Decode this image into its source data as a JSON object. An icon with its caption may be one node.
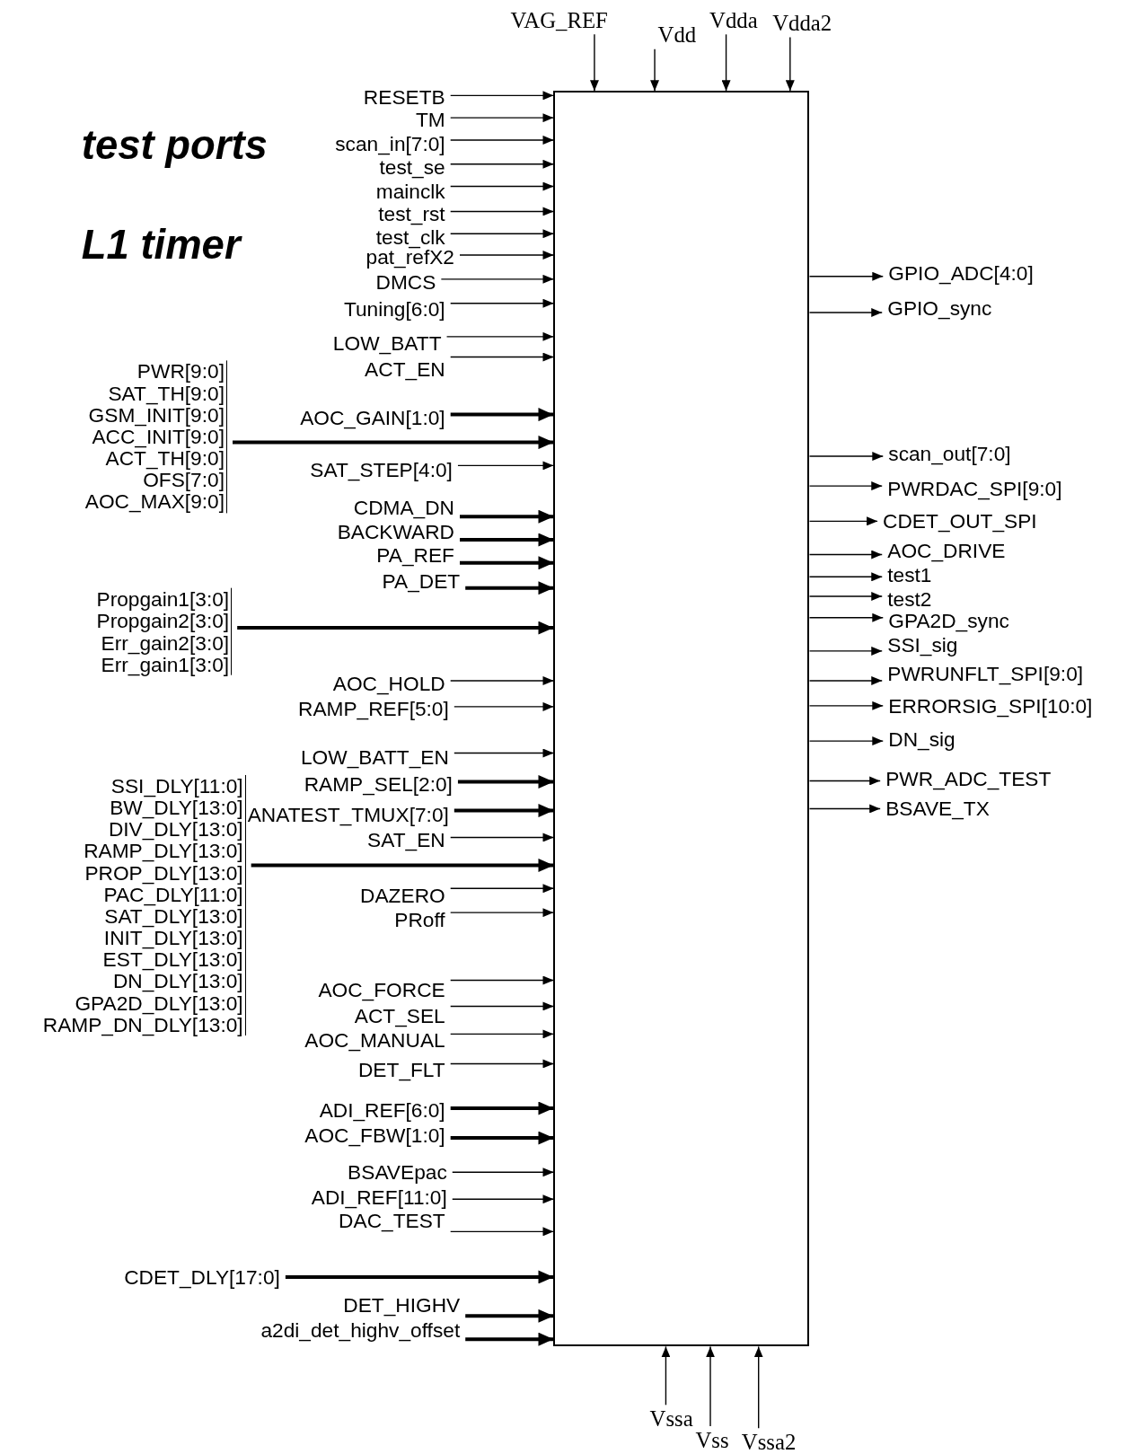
{
  "diagram": {
    "nodes": [
      {
        "text": [],
        "shape": "box"
      },
      {
        "text": [
          "VAG_REF"
        ]
      },
      {
        "text": [
          "Vdd"
        ]
      },
      {
        "text": [
          "Vdda"
        ]
      },
      {
        "text": [
          "Vdda2"
        ]
      },
      {
        "text": [
          "RESETB"
        ]
      },
      {
        "text": [
          "TM"
        ]
      },
      {
        "text": [
          "scan_in[7:0]"
        ]
      },
      {
        "text": [
          "test_se"
        ]
      },
      {
        "text": [
          "mainclk"
        ]
      },
      {
        "text": [
          "test_rst"
        ]
      },
      {
        "text": [
          "test_clk"
        ]
      },
      {
        "text": [
          "pat_refX2"
        ]
      },
      {
        "text": [
          "DMCS"
        ]
      },
      {
        "text": [
          "Tuning[6:0]"
        ]
      },
      {
        "text": [
          "LOW_BATT"
        ]
      },
      {
        "text": [
          "ACT_EN"
        ]
      },
      {
        "text": [
          "PWR[9:0]",
          "SAT_TH[9:0]",
          "GSM_INIT[9:0]",
          "ACC_INIT[9:0]",
          "ACT_TH[9:0]",
          "OFS[7:0]",
          "AOC_MAX[9:0]"
        ]
      },
      {
        "text": [
          "AOC_GAIN[1:0]"
        ]
      },
      {
        "text": [
          "SAT_STEP[4:0]"
        ]
      },
      {
        "text": [
          "CDMA_DN"
        ]
      },
      {
        "text": [
          "BACKWARD"
        ]
      },
      {
        "text": [
          "PA_REF"
        ]
      },
      {
        "text": [
          "PA_DET"
        ]
      },
      {
        "text": [
          "Propgain1[3:0]",
          "Propgain2[3:0]",
          "Err_gain2[3:0]",
          "Err_gain1[3:0]"
        ]
      },
      {
        "text": [
          "AOC_HOLD"
        ]
      },
      {
        "text": [
          "RAMP_REF[5:0]"
        ]
      },
      {
        "text": [
          "LOW_BATT_EN"
        ]
      },
      {
        "text": [
          "SSI_DLY[11:0]",
          "BW_DLY[13:0]",
          "DIV_DLY[13:0]",
          "RAMP_DLY[13:0]",
          "PROP_DLY[13:0]",
          "PAC_DLY[11:0]",
          "SAT_DLY[13:0]",
          "INIT_DLY[13:0]",
          "EST_DLY[13:0]",
          "DN_DLY[13:0]",
          "GPA2D_DLY[13:0]",
          "RAMP_DN_DLY[13:0]"
        ]
      },
      {
        "text": [
          "RAMP_SEL[2:0]"
        ]
      },
      {
        "text": [
          "ANATEST_TMUX[7:0]"
        ]
      },
      {
        "text": [
          "SAT_EN"
        ]
      },
      {
        "text": [
          "DAZERO"
        ]
      },
      {
        "text": [
          "PRoff"
        ]
      },
      {
        "text": [
          "AOC_FORCE"
        ]
      },
      {
        "text": [
          "ACT_SEL"
        ]
      },
      {
        "text": [
          "AOC_MANUAL"
        ]
      },
      {
        "text": [
          "DET_FLT"
        ]
      },
      {
        "text": [
          "ADI_REF[6:0]"
        ]
      },
      {
        "text": [
          "AOC_FBW[1:0]"
        ]
      },
      {
        "text": [
          "BSAVEpac"
        ]
      },
      {
        "text": [
          "ADI_REF[11:0]"
        ]
      },
      {
        "text": [
          "DAC_TEST"
        ]
      },
      {
        "text": [
          "CDET_DLY[17:0]"
        ]
      },
      {
        "text": [
          "DET_HIGHV"
        ]
      },
      {
        "text": [
          "a2di_det_highv_offset"
        ]
      },
      {
        "text": [
          "GPIO_ADC[4:0]"
        ]
      },
      {
        "text": [
          "GPIO_sync"
        ]
      },
      {
        "text": [
          "scan_out[7:0]"
        ]
      },
      {
        "text": [
          "PWRDAC_SPI[9:0]"
        ]
      },
      {
        "text": [
          "CDET_OUT_SPI"
        ]
      },
      {
        "text": [
          "AOC_DRIVE"
        ]
      },
      {
        "text": [
          "test1"
        ]
      },
      {
        "text": [
          "test2"
        ]
      },
      {
        "text": [
          "GPA2D_sync"
        ]
      },
      {
        "text": [
          "SSI_sig"
        ]
      },
      {
        "text": [
          "PWRUNFLT_SPI[9:0]"
        ]
      },
      {
        "text": [
          "ERRORSIG_SPI[10:0]"
        ]
      },
      {
        "text": [
          "DN_sig"
        ]
      },
      {
        "text": [
          "PWR_ADC_TEST"
        ]
      },
      {
        "text": [
          "BSAVE_TX"
        ]
      },
      {
        "text": [
          "Vssa"
        ]
      },
      {
        "text": [
          "Vss"
        ]
      },
      {
        "text": [
          "Vssa2"
        ]
      }
    ],
    "edges": [
      {
        "from": 1,
        "to": 0,
        "arrow": "to"
      },
      {
        "from": 2,
        "to": 0,
        "arrow": "to"
      },
      {
        "from": 3,
        "to": 0,
        "arrow": "to"
      },
      {
        "from": 4,
        "to": 0,
        "arrow": "to"
      },
      {
        "from": 5,
        "to": 0,
        "arrow": "to"
      },
      {
        "from": 6,
        "to": 0,
        "arrow": "to"
      },
      {
        "from": 7,
        "to": 0,
        "arrow": "to"
      },
      {
        "from": 8,
        "to": 0,
        "arrow": "to"
      },
      {
        "from": 9,
        "to": 0,
        "arrow": "to"
      },
      {
        "from": 10,
        "to": 0,
        "arrow": "to"
      },
      {
        "from": 11,
        "to": 0,
        "arrow": "to"
      },
      {
        "from": 12,
        "to": 0,
        "arrow": "to"
      },
      {
        "from": 13,
        "to": 0,
        "arrow": "to"
      },
      {
        "from": 14,
        "to": 0,
        "arrow": "to"
      },
      {
        "from": 15,
        "to": 0,
        "arrow": "to"
      },
      {
        "from": 16,
        "to": 0,
        "arrow": "to"
      },
      {
        "from": 17,
        "to": 0,
        "arrow": "to",
        "style": "thick"
      },
      {
        "from": 18,
        "to": 0,
        "arrow": "to",
        "style": "thick"
      },
      {
        "from": 19,
        "to": 0,
        "arrow": "to"
      },
      {
        "from": 20,
        "to": 0,
        "arrow": "to",
        "style": "thick"
      },
      {
        "from": 21,
        "to": 0,
        "arrow": "to",
        "style": "thick"
      },
      {
        "from": 22,
        "to": 0,
        "arrow": "to",
        "style": "thick"
      },
      {
        "from": 23,
        "to": 0,
        "arrow": "to",
        "style": "thick"
      },
      {
        "from": 24,
        "to": 0,
        "arrow": "to",
        "style": "thick"
      },
      {
        "from": 25,
        "to": 0,
        "arrow": "to"
      },
      {
        "from": 26,
        "to": 0,
        "arrow": "to"
      },
      {
        "from": 27,
        "to": 0,
        "arrow": "to"
      },
      {
        "from": 28,
        "to": 0,
        "arrow": "to",
        "style": "thick"
      },
      {
        "from": 29,
        "to": 0,
        "arrow": "to",
        "style": "thick"
      },
      {
        "from": 30,
        "to": 0,
        "arrow": "to",
        "style": "thick"
      },
      {
        "from": 31,
        "to": 0,
        "arrow": "to"
      },
      {
        "from": 32,
        "to": 0,
        "arrow": "to"
      },
      {
        "from": 33,
        "to": 0,
        "arrow": "to"
      },
      {
        "from": 34,
        "to": 0,
        "arrow": "to"
      },
      {
        "from": 35,
        "to": 0,
        "arrow": "to"
      },
      {
        "from": 36,
        "to": 0,
        "arrow": "to"
      },
      {
        "from": 37,
        "to": 0,
        "arrow": "to"
      },
      {
        "from": 38,
        "to": 0,
        "arrow": "to",
        "style": "thick"
      },
      {
        "from": 39,
        "to": 0,
        "arrow": "to",
        "style": "thick"
      },
      {
        "from": 40,
        "to": 0,
        "arrow": "to"
      },
      {
        "from": 41,
        "to": 0,
        "arrow": "to"
      },
      {
        "from": 42,
        "to": 0,
        "arrow": "to"
      },
      {
        "from": 43,
        "to": 0,
        "arrow": "to",
        "style": "thick"
      },
      {
        "from": 44,
        "to": 0,
        "arrow": "to",
        "style": "thick"
      },
      {
        "from": 45,
        "to": 0,
        "arrow": "to",
        "style": "thick"
      },
      {
        "from": 0,
        "to": 46,
        "arrow": "to"
      },
      {
        "from": 0,
        "to": 47,
        "arrow": "to"
      },
      {
        "from": 0,
        "to": 48,
        "arrow": "to"
      },
      {
        "from": 0,
        "to": 49,
        "arrow": "to"
      },
      {
        "from": 0,
        "to": 50,
        "arrow": "to"
      },
      {
        "from": 0,
        "to": 51,
        "arrow": "to"
      },
      {
        "from": 0,
        "to": 52,
        "arrow": "to"
      },
      {
        "from": 0,
        "to": 53,
        "arrow": "to"
      },
      {
        "from": 0,
        "to": 54,
        "arrow": "to"
      },
      {
        "from": 0,
        "to": 55,
        "arrow": "to"
      },
      {
        "from": 0,
        "to": 56,
        "arrow": "to"
      },
      {
        "from": 0,
        "to": 57,
        "arrow": "to"
      },
      {
        "from": 0,
        "to": 58,
        "arrow": "to"
      },
      {
        "from": 0,
        "to": 59,
        "arrow": "to"
      },
      {
        "from": 0,
        "to": 60,
        "arrow": "to"
      },
      {
        "from": 61,
        "to": 0,
        "arrow": "to"
      },
      {
        "from": 62,
        "to": 0,
        "arrow": "to"
      },
      {
        "from": 63,
        "to": 0,
        "arrow": "to"
      }
    ],
    "labels": [
      "test ports",
      "L1 timer"
    ]
  }
}
